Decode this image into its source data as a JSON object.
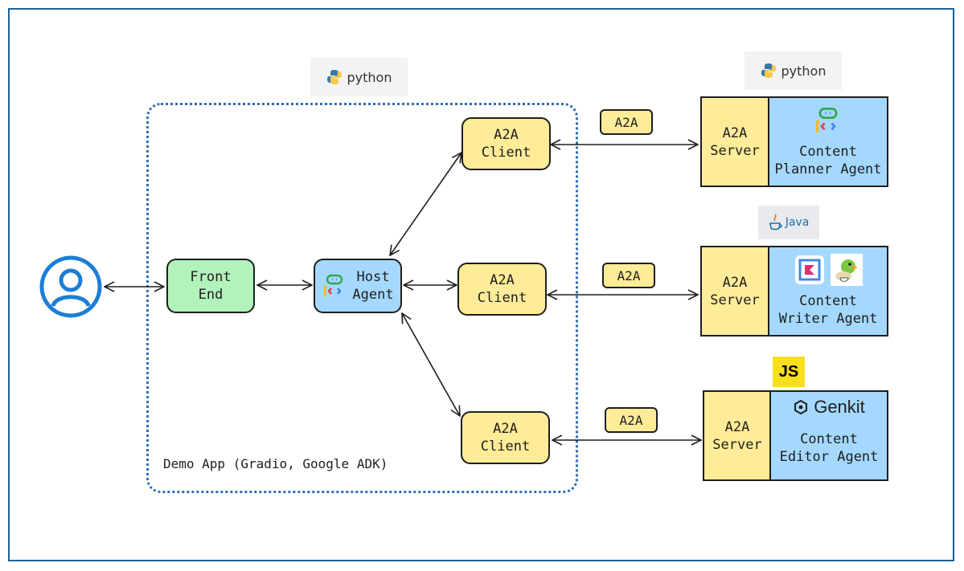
{
  "demo_app": {
    "label": "Demo App (Gradio, Google ADK)"
  },
  "front_end": {
    "line1": "Front",
    "line2": "End"
  },
  "host_agent": {
    "line1": "Host",
    "line2": "Agent"
  },
  "clients": [
    {
      "line1": "A2A",
      "line2": "Client"
    },
    {
      "line1": "A2A",
      "line2": "Client"
    },
    {
      "line1": "A2A",
      "line2": "Client"
    }
  ],
  "protocol_labels": [
    "A2A",
    "A2A",
    "A2A"
  ],
  "servers": [
    {
      "line1": "A2A",
      "line2": "Server"
    },
    {
      "line1": "A2A",
      "line2": "Server"
    },
    {
      "line1": "A2A",
      "line2": "Server"
    }
  ],
  "agents": [
    {
      "line1": "Content",
      "line2": "Planner Agent"
    },
    {
      "line1": "Content",
      "line2": "Writer Agent"
    },
    {
      "line1": "Content",
      "line2": "Editor Agent"
    }
  ],
  "logos": {
    "python_top": "python",
    "python_right": "python",
    "java": "Java",
    "js": "JS",
    "genkit": "Genkit"
  },
  "icons": {
    "user": "user-icon",
    "adk": "adk-agent-icon",
    "kotlin": "kotlin-icon",
    "parrot": "parrot-icon"
  },
  "colors": {
    "client_fill": "#ffec99",
    "frontend_fill": "#b2f2bb",
    "agent_fill": "#a5d8ff",
    "dotted_border": "#2f6fb5",
    "user_icon": "#1c7ed6"
  }
}
